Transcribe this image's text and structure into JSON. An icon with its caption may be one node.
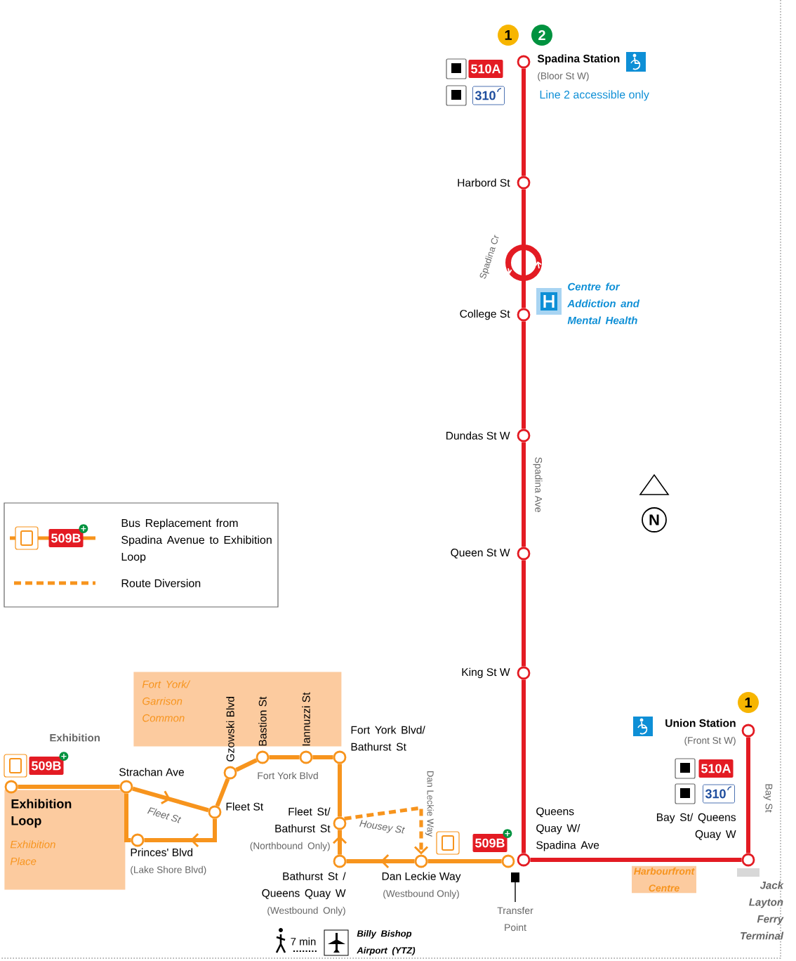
{
  "diagram": {
    "nodes": [
      {
        "text": [
          "Spadina Station",
          "(Bloor St W)"
        ],
        "beside": [
          "Line 2 accessible only"
        ]
      },
      {
        "text": [
          "Harbord St"
        ]
      },
      {
        "text": [
          "College St"
        ]
      },
      {
        "text": [
          "Dundas St W"
        ]
      },
      {
        "text": [
          "Queen St W"
        ]
      },
      {
        "text": [
          "King St W"
        ]
      },
      {
        "text": [
          "Queens Quay W/ Spadina Ave"
        ]
      },
      {
        "text": [
          "Bay St/ Queens Quay W"
        ]
      },
      {
        "text": [
          "Union Station",
          "(Front St W)"
        ]
      },
      {
        "text": [
          "Exhibition Place"
        ]
      },
      {
        "text": [
          "Exhibition Loop"
        ],
        "in": 9
      },
      {
        "text": [
          "Strachan Ave"
        ]
      },
      {
        "text": [
          "Fleet St"
        ]
      },
      {
        "text": [
          "Princes' Blvd",
          "(Lake Shore Blvd)"
        ]
      },
      {
        "text": [
          "Gzowski Blvd"
        ]
      },
      {
        "text": [
          "Bastion St"
        ]
      },
      {
        "text": [
          "Iannuzzi St"
        ]
      },
      {
        "text": [
          "Fort York Blvd/ Bathurst St"
        ]
      },
      {
        "text": [
          "Fleet St/ Bathurst St",
          "(Northbound Only)"
        ]
      },
      {
        "text": [
          "Bathurst St / Queens Quay W",
          "(Westbound Only)"
        ]
      },
      {
        "text": [
          "Dan Leckie Way",
          "(Westbound Only)"
        ]
      },
      {
        "text": [],
        "shape": "circle"
      },
      {
        "text": [
          "Fort York/ Garrison Common"
        ]
      }
    ],
    "edges": [
      {
        "from": 0,
        "to": 1,
        "arrow": "none",
        "color": "#e31b23"
      },
      {
        "from": 1,
        "to": 2,
        "arrow": "none",
        "color": "#e31b23"
      },
      {
        "from": 2,
        "to": 3,
        "arrow": "none",
        "color": "#e31b23"
      },
      {
        "from": 3,
        "to": 4,
        "arrow": "none",
        "color": "#e31b23"
      },
      {
        "from": 4,
        "to": 5,
        "arrow": "none",
        "color": "#e31b23"
      },
      {
        "from": 5,
        "to": 6,
        "arrow": "none",
        "color": "#e31b23"
      },
      {
        "from": 6,
        "to": 7,
        "arrow": "none",
        "color": "#e31b23"
      },
      {
        "from": 7,
        "to": 8,
        "arrow": "none",
        "color": "#e31b23"
      },
      {
        "from": 10,
        "to": 11,
        "arrow": "none"
      },
      {
        "from": 11,
        "to": 12,
        "arrow": "to"
      },
      {
        "from": 12,
        "to": 13,
        "arrow": "to"
      },
      {
        "from": 13,
        "to": 11,
        "arrow": "none"
      },
      {
        "from": 12,
        "to": 14,
        "arrow": "none"
      },
      {
        "from": 14,
        "to": 15,
        "arrow": "none"
      },
      {
        "from": 15,
        "to": 16,
        "arrow": "none"
      },
      {
        "from": 16,
        "to": 17,
        "arrow": "none"
      },
      {
        "from": 17,
        "to": 18,
        "arrow": "none"
      },
      {
        "from": 19,
        "to": 18,
        "arrow": "to"
      },
      {
        "from": 20,
        "to": 19,
        "arrow": "to"
      },
      {
        "from": 21,
        "to": 20,
        "arrow": "none"
      },
      {
        "from": 18,
        "to": 20,
        "arrow": "to",
        "style": "dashed"
      }
    ],
    "labels": [
      "1",
      "2",
      "510A",
      "310",
      "Spadina Cr",
      "Centre for Addiction and Mental Health",
      "Spadina Ave",
      "N",
      "1",
      "Exhibition",
      "509B",
      "Fleet St",
      "Fort York Blvd",
      "Housey St",
      "Dan Leckie Way",
      "509B",
      "510A",
      "310",
      "Bay St",
      "Harbourfront Centre",
      "Jack Layton Ferry Terminal",
      "Transfer Point",
      "7 min",
      "Billy Bishop Airport (YTZ)",
      "509B"
    ],
    "legend": [
      {
        "text": "Bus Replacement from Spadina Avenue to Exhibition Loop"
      },
      {
        "text": "Route Diversion"
      }
    ]
  }
}
